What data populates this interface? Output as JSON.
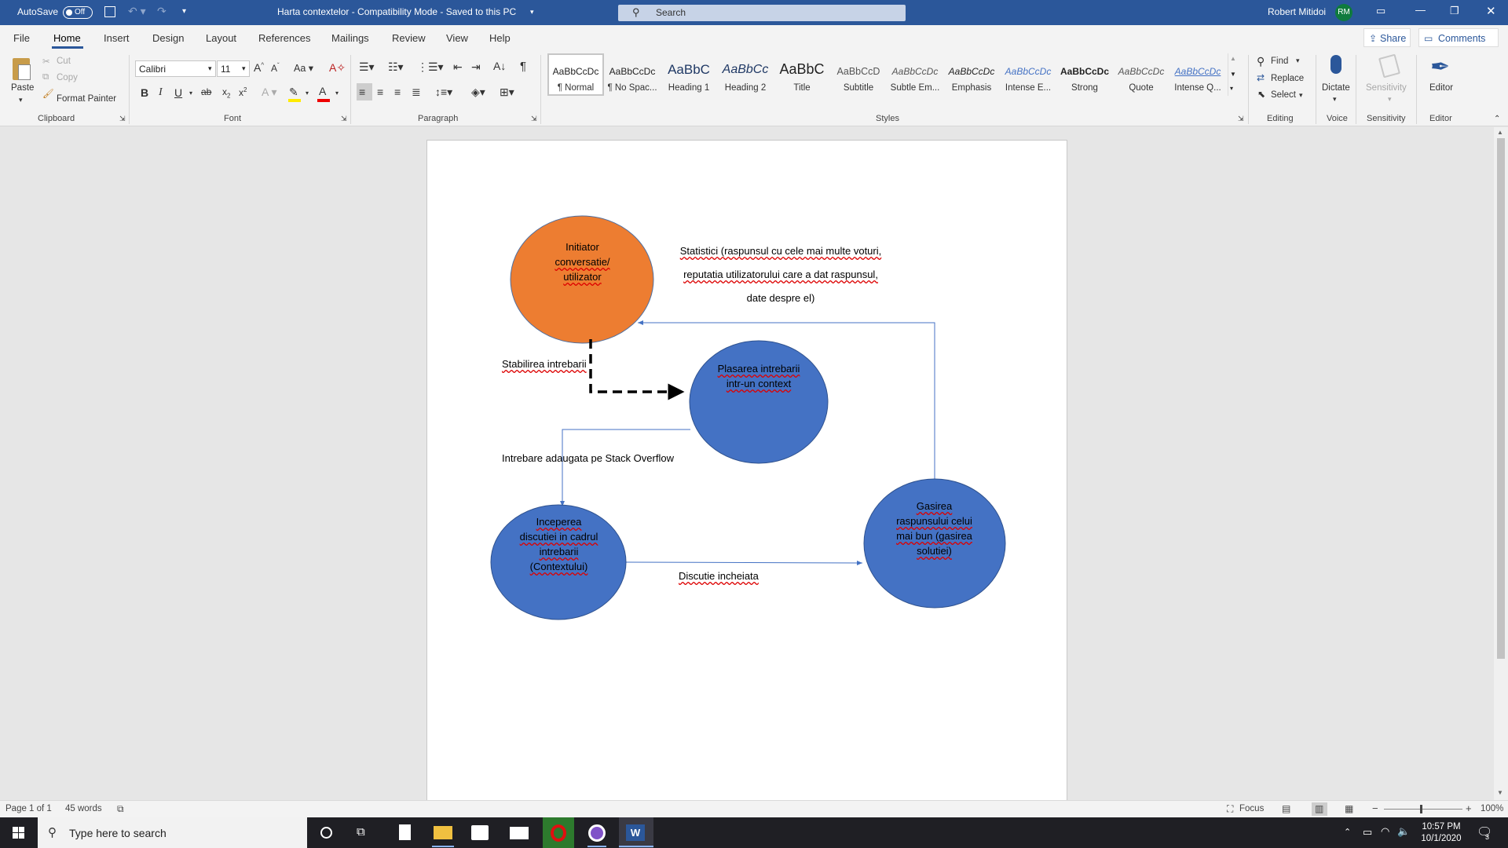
{
  "titlebar": {
    "autosave_label": "AutoSave",
    "autosave_state": "Off",
    "doc_title": "Harta contextelor  -  Compatibility Mode  -  Saved to this PC",
    "search_placeholder": "Search",
    "user_name": "Robert Mitidoi",
    "user_initials": "RM"
  },
  "menu": {
    "tabs": [
      "File",
      "Home",
      "Insert",
      "Design",
      "Layout",
      "References",
      "Mailings",
      "Review",
      "View",
      "Help"
    ],
    "active": "Home",
    "share": "Share",
    "comments": "Comments"
  },
  "ribbon": {
    "clipboard": {
      "paste": "Paste",
      "cut": "Cut",
      "copy": "Copy",
      "format_painter": "Format Painter",
      "label": "Clipboard"
    },
    "font": {
      "name": "Calibri",
      "size": "11",
      "label": "Font",
      "bold": "B",
      "italic": "I",
      "underline": "U",
      "strike": "ab"
    },
    "paragraph": {
      "label": "Paragraph"
    },
    "styles": {
      "label": "Styles",
      "items": [
        {
          "preview": "AaBbCcDc",
          "name": "¶ Normal"
        },
        {
          "preview": "AaBbCcDc",
          "name": "¶ No Spac..."
        },
        {
          "preview": "AaBbC",
          "name": "Heading 1"
        },
        {
          "preview": "AaBbCc",
          "name": "Heading 2"
        },
        {
          "preview": "AaBbC",
          "name": "Title"
        },
        {
          "preview": "AaBbCcD",
          "name": "Subtitle"
        },
        {
          "preview": "AaBbCcDc",
          "name": "Subtle Em..."
        },
        {
          "preview": "AaBbCcDc",
          "name": "Emphasis"
        },
        {
          "preview": "AaBbCcDc",
          "name": "Intense E..."
        },
        {
          "preview": "AaBbCcDc",
          "name": "Strong"
        },
        {
          "preview": "AaBbCcDc",
          "name": "Quote"
        },
        {
          "preview": "AaBbCcDc",
          "name": "Intense Q..."
        }
      ]
    },
    "editing": {
      "find": "Find",
      "replace": "Replace",
      "select": "Select",
      "label": "Editing"
    },
    "voice": {
      "dictate": "Dictate",
      "label": "Voice"
    },
    "sensitivity": {
      "button": "Sensitivity",
      "label": "Sensitivity"
    },
    "editor": {
      "button": "Editor",
      "label": "Editor"
    }
  },
  "diagram": {
    "node_initiator": [
      "Initiator",
      "conversatie/",
      "utilizator"
    ],
    "node_plasarea": [
      "Plasarea intrebarii",
      "intr-un context"
    ],
    "node_inceperea": [
      "Inceperea",
      "discutiei in cadrul",
      "intrebarii",
      "(Contextului)"
    ],
    "node_gasirea": [
      "Gasirea",
      "raspunsului celui",
      "mai bun (gasirea",
      "solutiei)"
    ],
    "label_statistici": [
      "Statistici (raspunsul cu cele mai multe voturi,",
      "reputatia utilizatorului care a dat raspunsul,",
      "date despre el)"
    ],
    "label_stabilirea": "Stabilirea intrebarii",
    "label_adaugata": "Intrebare adaugata pe Stack Overflow",
    "label_incheiata": "Discutie incheiata",
    "colors": {
      "initiator": "#ed7d31",
      "nodes": "#4472c4",
      "arrows": "#4472c4"
    }
  },
  "status": {
    "page": "Page 1 of 1",
    "words": "45 words",
    "focus": "Focus",
    "zoom": "100%"
  },
  "taskbar": {
    "search_placeholder": "Type here to search",
    "time": "10:57 PM",
    "date": "10/1/2020",
    "notifications": "3"
  }
}
